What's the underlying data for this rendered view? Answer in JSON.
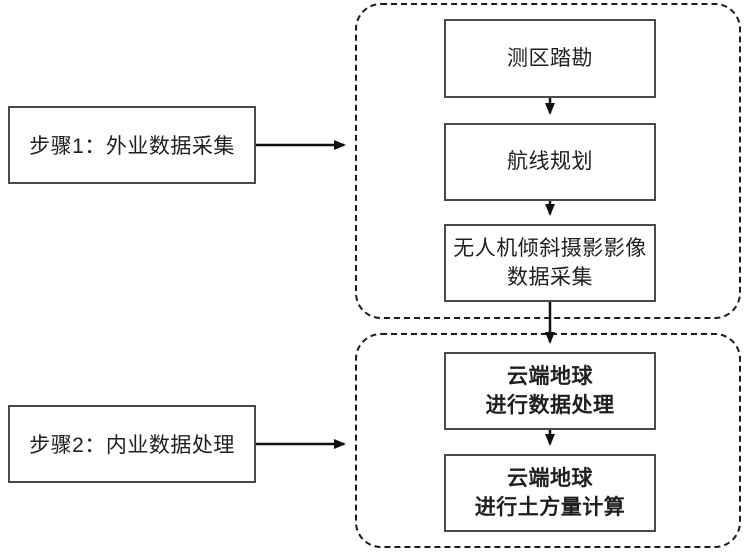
{
  "flowchart": {
    "left_steps": [
      {
        "label": "步骤1：外业数据采集"
      },
      {
        "label": "步骤2：内业数据处理"
      }
    ],
    "field_group_nodes": [
      {
        "label": "测区踏勘"
      },
      {
        "label": "航线规划"
      },
      {
        "label": "无人机倾斜摄影影像\n数据采集"
      }
    ],
    "office_group_nodes": [
      {
        "label": "云端地球\n进行数据处理"
      },
      {
        "label": "云端地球\n进行土方量计算"
      }
    ],
    "colors": {
      "background": "#ffffff",
      "box_border": "#4a4a4a",
      "group_dashed_border": "#1c1c1c",
      "arrow": "#111111",
      "text": "#1f1f1f"
    }
  }
}
